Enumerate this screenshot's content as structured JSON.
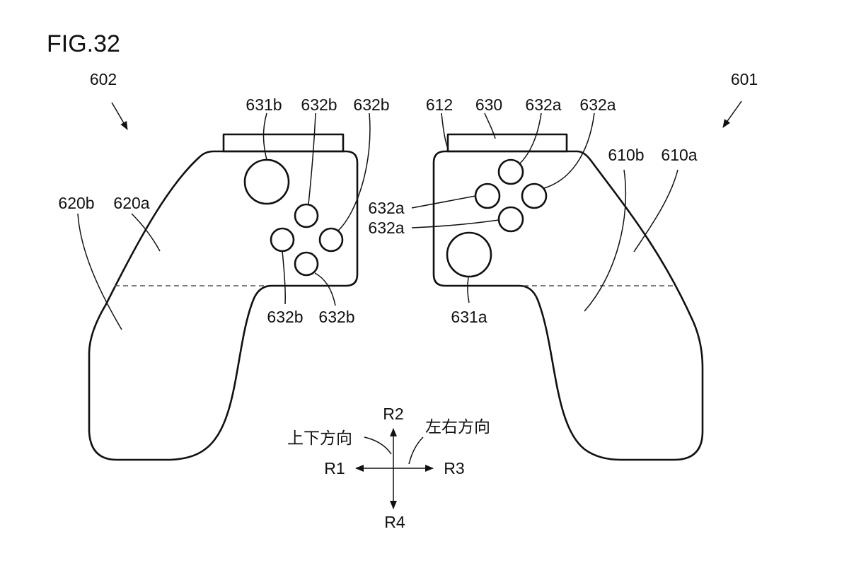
{
  "figure": {
    "title": "FIG.32"
  },
  "controllers": {
    "left": {
      "ref": "602",
      "labels": {
        "stick": "631b",
        "button_top": "632b",
        "button_right": "632b",
        "button_left": "632b",
        "button_bottom": "632b",
        "surface_a": "620a",
        "surface_b": "620b"
      }
    },
    "right": {
      "ref": "601",
      "labels": {
        "rail": "612",
        "connector": "630",
        "button_top": "632a",
        "button_right": "632a",
        "button_left": "632a",
        "button_bottom": "632a",
        "stick": "631a",
        "surface_b": "610b",
        "surface_a": "610a"
      }
    }
  },
  "directions": {
    "up": "R2",
    "left": "R1",
    "right": "R3",
    "down": "R4",
    "vertical_label": "上下方向",
    "horizontal_label": "左右方向"
  }
}
